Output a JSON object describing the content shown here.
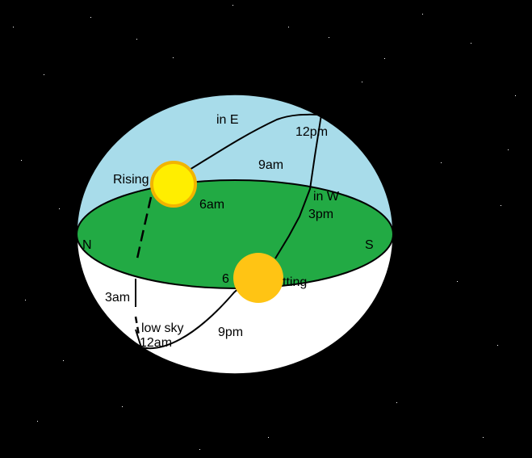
{
  "colors": {
    "background": "#000000",
    "sky": "#a8dcea",
    "ground": "#22aa44",
    "below_horizon": "#ffffff",
    "rising_sun": "#ffee00",
    "rising_sun_rim": "#f2b400",
    "setting_sun": "#ffc414"
  },
  "labels": {
    "in_east": "in E",
    "noon": "12pm",
    "nine_am": "9am",
    "rising": "Rising",
    "six_am": "6am",
    "in_west": "in W",
    "three_pm": "3pm",
    "north": "N",
    "south": "S",
    "six_pm_partial": "6",
    "setting_partial": "tting",
    "three_am": "3am",
    "low_sky": "low sky",
    "midnight": "12am",
    "nine_pm": "9pm"
  }
}
